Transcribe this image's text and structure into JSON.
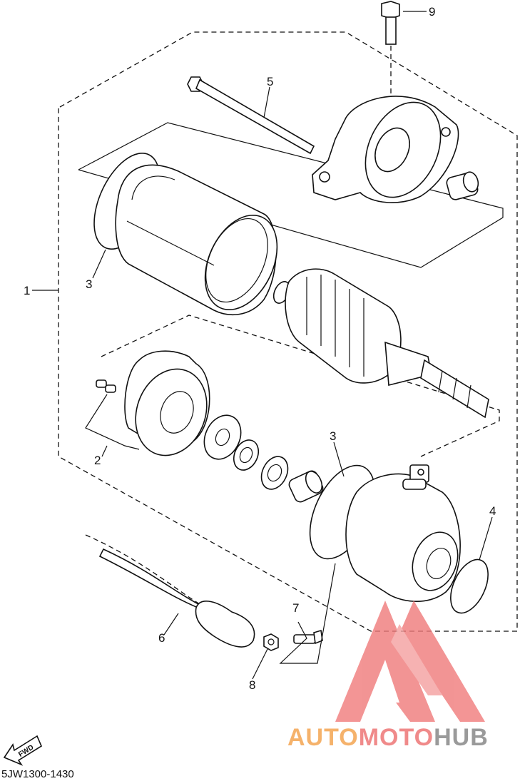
{
  "diagram": {
    "callouts": [
      "1",
      "2",
      "3",
      "3",
      "4",
      "5",
      "6",
      "7",
      "8",
      "9"
    ],
    "fwd_label": "FWD",
    "part_code": "5JW1300-1430"
  },
  "watermark": {
    "brand_auto": "AUTO",
    "brand_moto": "MOTO",
    "brand_hub": "HUB",
    "colors": {
      "logo": "#f07a7a",
      "auto": "#f5b26b",
      "moto": "#f08a8a",
      "hub": "#9a9a9a"
    }
  }
}
